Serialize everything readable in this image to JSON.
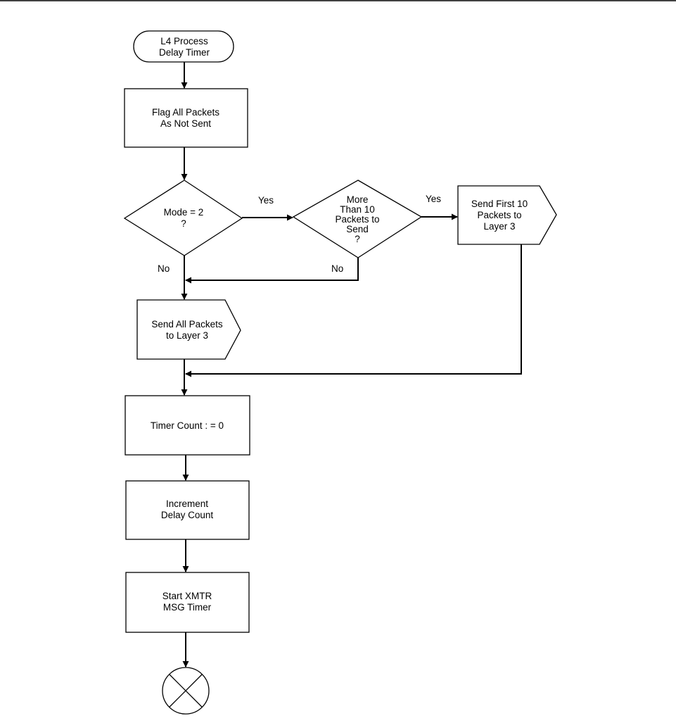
{
  "nodes": {
    "start": {
      "lines": [
        "L4 Process",
        "Delay Timer"
      ]
    },
    "flag_packets": {
      "lines": [
        "Flag All Packets",
        "As Not Sent"
      ]
    },
    "mode_check": {
      "lines": [
        "Mode = 2",
        "?"
      ]
    },
    "more_than_10": {
      "lines": [
        "More",
        "Than 10",
        "Packets to",
        "Send",
        "?"
      ]
    },
    "send_first_10": {
      "lines": [
        "Send First 10",
        "Packets to",
        "Layer 3"
      ]
    },
    "send_all": {
      "lines": [
        "Send All Packets",
        "to Layer 3"
      ]
    },
    "timer_count": {
      "lines": [
        "Timer Count : = 0"
      ]
    },
    "increment_delay": {
      "lines": [
        "Increment",
        "Delay Count"
      ]
    },
    "start_xmtr": {
      "lines": [
        "Start XMTR",
        "MSG Timer"
      ]
    },
    "end": {
      "lines": []
    }
  },
  "edge_labels": {
    "mode_yes": "Yes",
    "mode_no": "No",
    "more_yes": "Yes",
    "more_no": "No"
  }
}
